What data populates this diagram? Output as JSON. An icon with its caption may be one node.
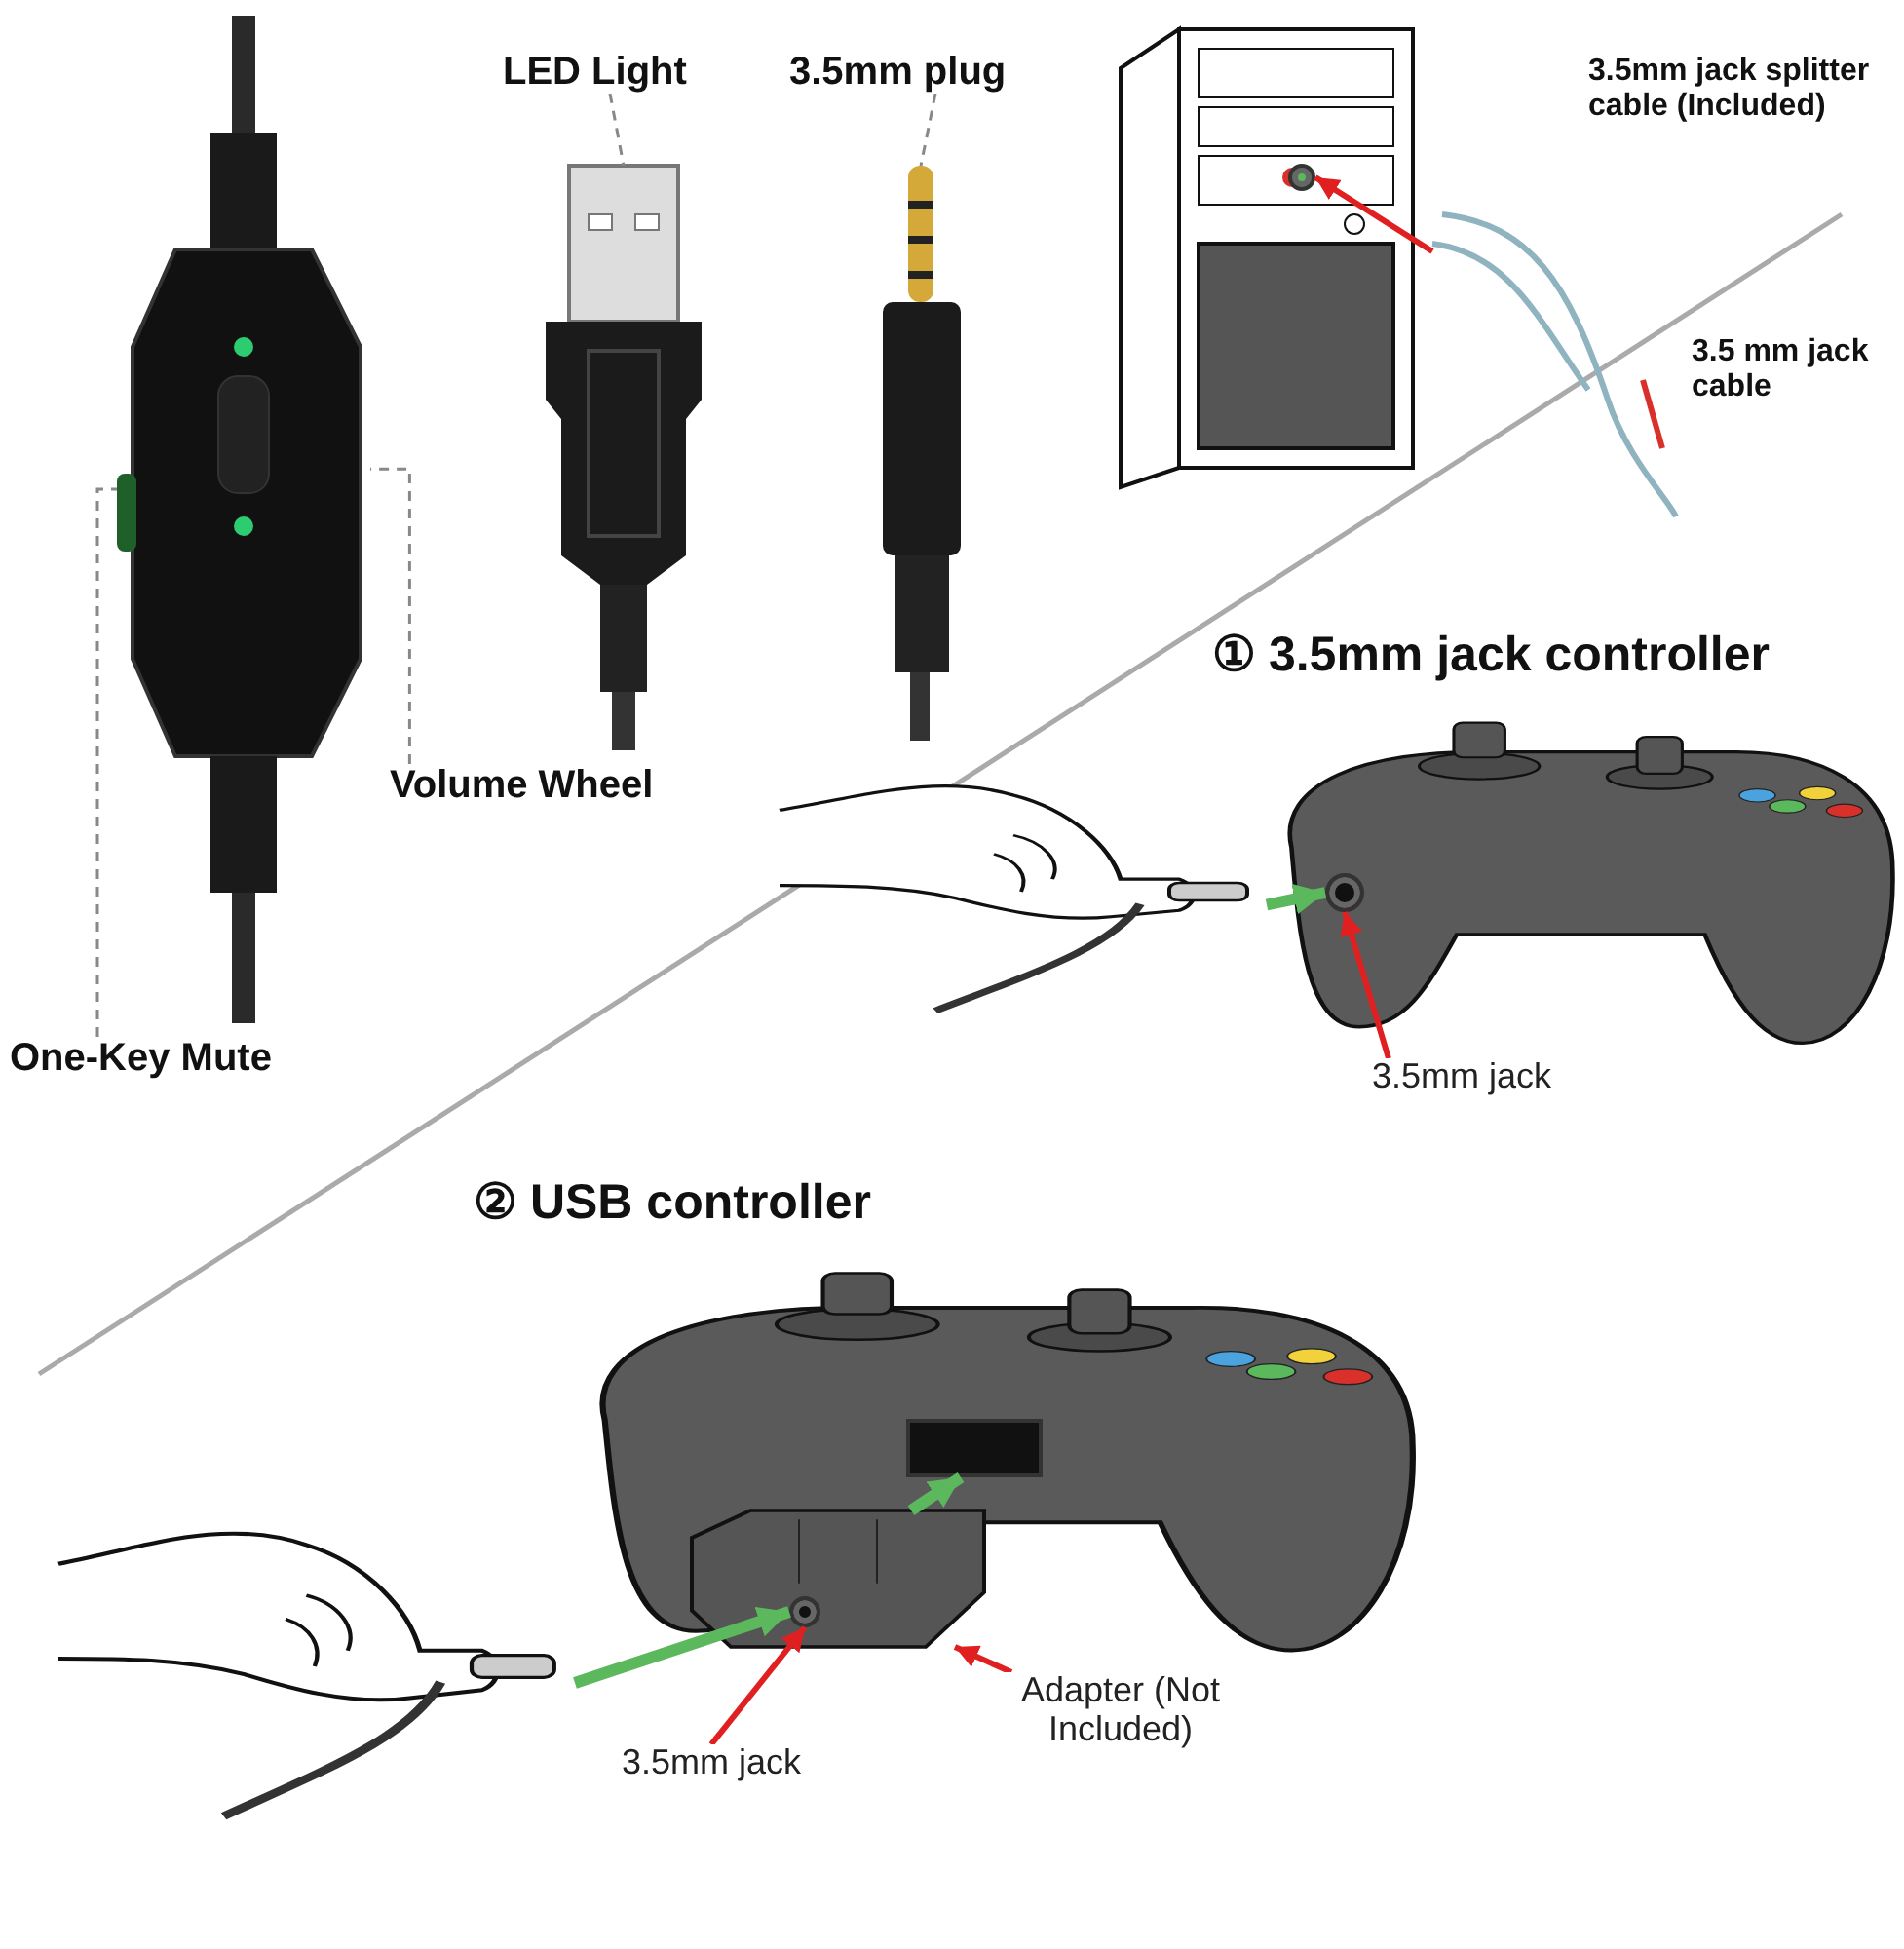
{
  "diagram": {
    "nodes": [
      {
        "text": [
          "LED Light"
        ]
      },
      {
        "text": [],
        "shape": "picture"
      },
      {
        "text": [
          "3.5mm plug"
        ]
      },
      {
        "text": [],
        "shape": "picture"
      },
      {
        "text": [],
        "shape": "picture"
      },
      {
        "text": [
          "Volume Wheel"
        ]
      },
      {
        "text": [
          "One-Key Mute"
        ]
      },
      {
        "text": [],
        "shape": "picture"
      },
      {
        "text": [],
        "shape": "circle",
        "in": 7
      },
      {
        "text": [],
        "shape": "picture",
        "beside": [
          "3.5mm jack splitter cable (Included)",
          "3.5 mm jack cable"
        ]
      },
      {
        "text": [],
        "shape": "picture"
      },
      {
        "text": [],
        "shape": "picture"
      },
      {
        "text": [],
        "shape": "circle",
        "in": 11
      },
      {
        "text": [
          "3.5mm jack"
        ]
      },
      {
        "text": [],
        "shape": "picture"
      },
      {
        "text": [],
        "shape": "picture"
      },
      {
        "text": [],
        "shape": "box",
        "in": 15
      },
      {
        "text": [],
        "shape": "picture",
        "in": 15
      },
      {
        "text": [],
        "shape": "circle",
        "in": 17
      },
      {
        "text": [
          "Adapter (Not Included)"
        ]
      },
      {
        "text": [
          "3.5mm jack"
        ]
      }
    ],
    "edges": [
      {
        "from": 0,
        "to": 1,
        "arrow": "none",
        "style": "dashed",
        "color": "#888888"
      },
      {
        "from": 2,
        "to": 3,
        "arrow": "none",
        "style": "dashed",
        "color": "#888888"
      },
      {
        "from": 5,
        "to": 4,
        "arrow": "none",
        "style": "dashed",
        "color": "#888888"
      },
      {
        "from": 6,
        "to": 4,
        "arrow": "none",
        "style": "dashed",
        "color": "#888888"
      },
      {
        "from": 9,
        "to": 8,
        "arrow": "to",
        "color": "#e02020"
      },
      {
        "from": 10,
        "to": 12,
        "arrow": "to",
        "style": "thick",
        "color": "#5cb85c"
      },
      {
        "from": 13,
        "to": 12,
        "arrow": "to",
        "color": "#e02020"
      },
      {
        "from": 14,
        "to": 18,
        "arrow": "to",
        "style": "thick",
        "color": "#5cb85c"
      },
      {
        "from": 17,
        "to": 16,
        "arrow": "to",
        "style": "thick",
        "color": "#5cb85c"
      },
      {
        "from": 20,
        "to": 18,
        "arrow": "to",
        "color": "#e02020"
      },
      {
        "from": 19,
        "to": 17,
        "arrow": "to",
        "color": "#e02020"
      }
    ],
    "labels": [
      "① 3.5mm jack controller",
      "② USB controller"
    ]
  }
}
